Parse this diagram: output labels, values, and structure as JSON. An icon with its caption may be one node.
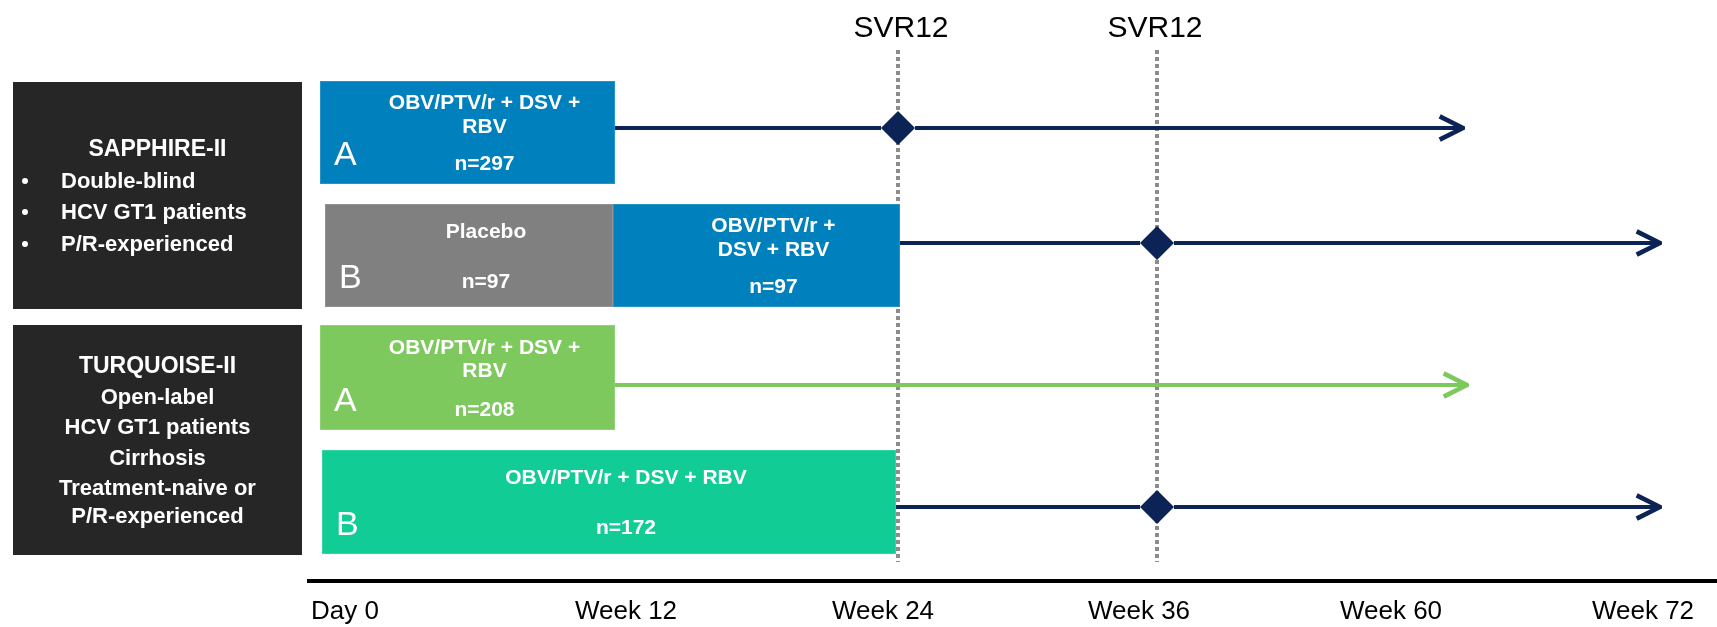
{
  "diagram": {
    "nodes": [
      {
        "text": [
          "SAPPHIRE-II",
          "Double-blind",
          "HCV GT1 patients",
          "P/R-experienced"
        ]
      },
      {
        "text": [
          "TURQUOISE-II",
          "Open-label",
          "HCV GT1 patients",
          "Cirrhosis",
          "Treatment-naive or P/R-experienced"
        ]
      },
      {
        "text": [
          "A",
          "OBV/PTV/r + DSV + RBV",
          "n=297"
        ]
      },
      {
        "text": [
          "B",
          "Placebo",
          "n=97"
        ]
      },
      {
        "text": [
          "OBV/PTV/r + DSV + RBV",
          "n=97"
        ]
      },
      {
        "text": [
          "A",
          "OBV/PTV/r + DSV + RBV",
          "n=208"
        ]
      },
      {
        "text": [
          "B",
          "OBV/PTV/r + DSV + RBV",
          "n=172"
        ]
      },
      {
        "text": [],
        "shape": "diamond"
      },
      {
        "text": [],
        "shape": "diamond"
      },
      {
        "text": [],
        "shape": "diamond"
      }
    ],
    "edges": [
      {
        "from": 2,
        "to": 7,
        "arrow": "none"
      },
      {
        "from": 7,
        "to": null,
        "arrow": "to"
      },
      {
        "from": 4,
        "to": 8,
        "arrow": "none"
      },
      {
        "from": 8,
        "to": null,
        "arrow": "to"
      },
      {
        "from": 5,
        "to": null,
        "arrow": "to",
        "color": "#7dc95e"
      },
      {
        "from": 6,
        "to": 9,
        "arrow": "none"
      },
      {
        "from": 9,
        "to": null,
        "arrow": "to"
      }
    ],
    "labels": [
      "SVR12",
      "SVR12",
      "Day 0",
      "Week 12",
      "Week 24",
      "Week 36",
      "Week 60",
      "Week 72"
    ]
  }
}
